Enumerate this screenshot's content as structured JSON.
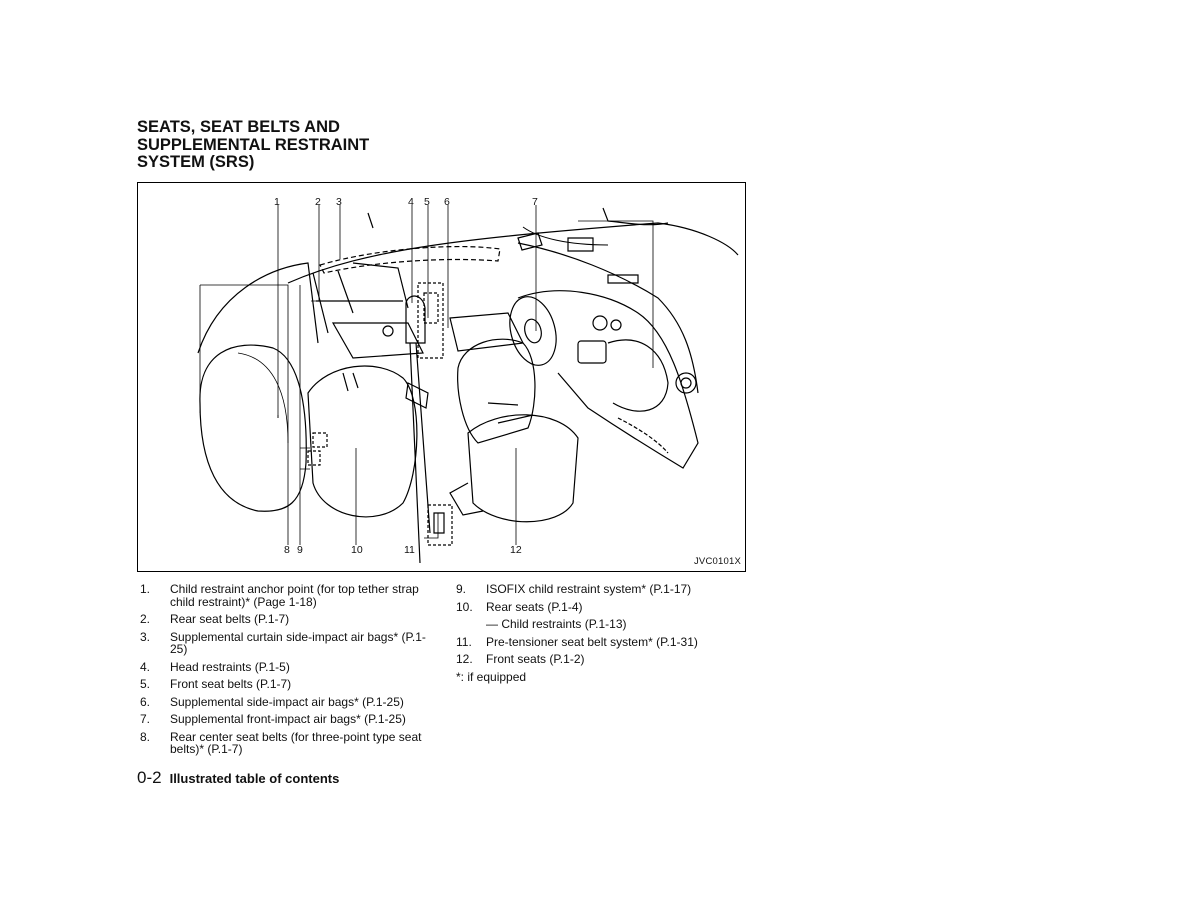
{
  "heading": {
    "line1": "SEATS, SEAT BELTS AND",
    "line2": "SUPPLEMENTAL RESTRAINT",
    "line3": "SYSTEM (SRS)"
  },
  "figure": {
    "code": "JVC0101X",
    "callouts": [
      "1",
      "2",
      "3",
      "4",
      "5",
      "6",
      "7",
      "8",
      "9",
      "10",
      "11",
      "12"
    ]
  },
  "legend": {
    "left": [
      {
        "num": "1.",
        "text": "Child restraint anchor point (for top tether strap child restraint)* (Page 1-18)"
      },
      {
        "num": "2.",
        "text": "Rear seat belts (P.1-7)"
      },
      {
        "num": "3.",
        "text": "Supplemental curtain side-impact air bags* (P.1-25)"
      },
      {
        "num": "4.",
        "text": "Head restraints (P.1-5)"
      },
      {
        "num": "5.",
        "text": "Front seat belts (P.1-7)"
      },
      {
        "num": "6.",
        "text": "Supplemental side-impact air bags* (P.1-25)"
      },
      {
        "num": "7.",
        "text": "Supplemental front-impact air bags* (P.1-25)"
      },
      {
        "num": "8.",
        "text": "Rear center seat belts (for three-point type seat belts)* (P.1-7)"
      }
    ],
    "right": [
      {
        "num": "9.",
        "text": "ISOFIX child restraint system* (P.1-17)"
      },
      {
        "num": "10.",
        "text": "Rear seats (P.1-4)"
      },
      {
        "num": "11.",
        "text": "Pre-tensioner seat belt system* (P.1-31)"
      },
      {
        "num": "12.",
        "text": "Front seats (P.1-2)"
      }
    ],
    "sub_item": "— Child restraints (P.1-13)",
    "note": "*: if equipped"
  },
  "footer": {
    "page": "0-2",
    "section": "Illustrated table of contents"
  }
}
